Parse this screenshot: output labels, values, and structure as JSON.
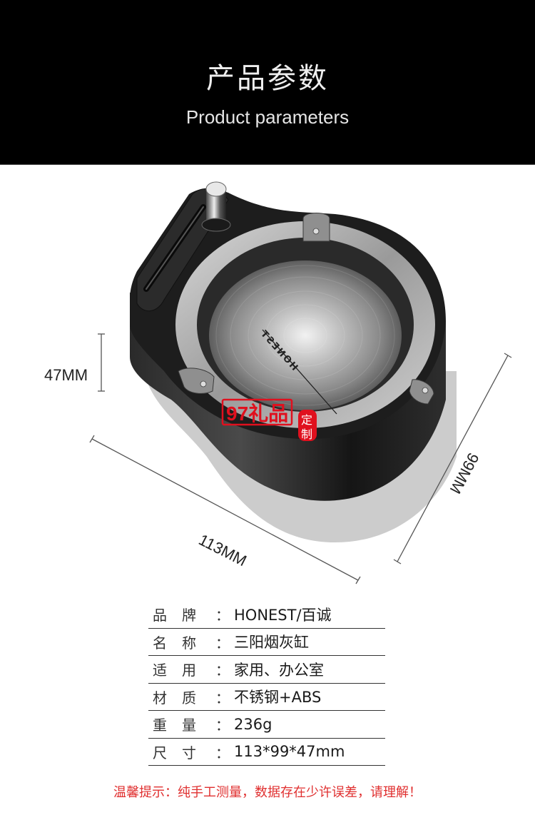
{
  "header": {
    "title": "产品参数",
    "subtitle": "Product parameters"
  },
  "product": {
    "name": "HONEST three-sun ashtray",
    "engraving": "HONEST",
    "dimensions": {
      "height_label": "47MM",
      "depth_label": "99MM",
      "width_label": "113MM"
    },
    "watermark": {
      "brand": "97礼品",
      "seal_top": "定",
      "seal_bottom": "制",
      "color": "#e0101e"
    }
  },
  "params": [
    {
      "label_1": "品",
      "label_2": "牌",
      "colon": "：",
      "value": "HONEST/百诚"
    },
    {
      "label_1": "名",
      "label_2": "称",
      "colon": "：",
      "value": "三阳烟灰缸"
    },
    {
      "label_1": "适",
      "label_2": "用",
      "colon": "：",
      "value": "家用、办公室"
    },
    {
      "label_1": "材",
      "label_2": "质",
      "colon": "：",
      "value": "不锈钢+ABS"
    },
    {
      "label_1": "重",
      "label_2": "量",
      "colon": "：",
      "value": "236g"
    },
    {
      "label_1": "尺",
      "label_2": "寸",
      "colon": "：",
      "value": "113*99*47mm"
    }
  ],
  "notice": {
    "text": "温馨提示：纯手工测量，数据存在少许误差，请理解！",
    "color": "#e03030"
  }
}
